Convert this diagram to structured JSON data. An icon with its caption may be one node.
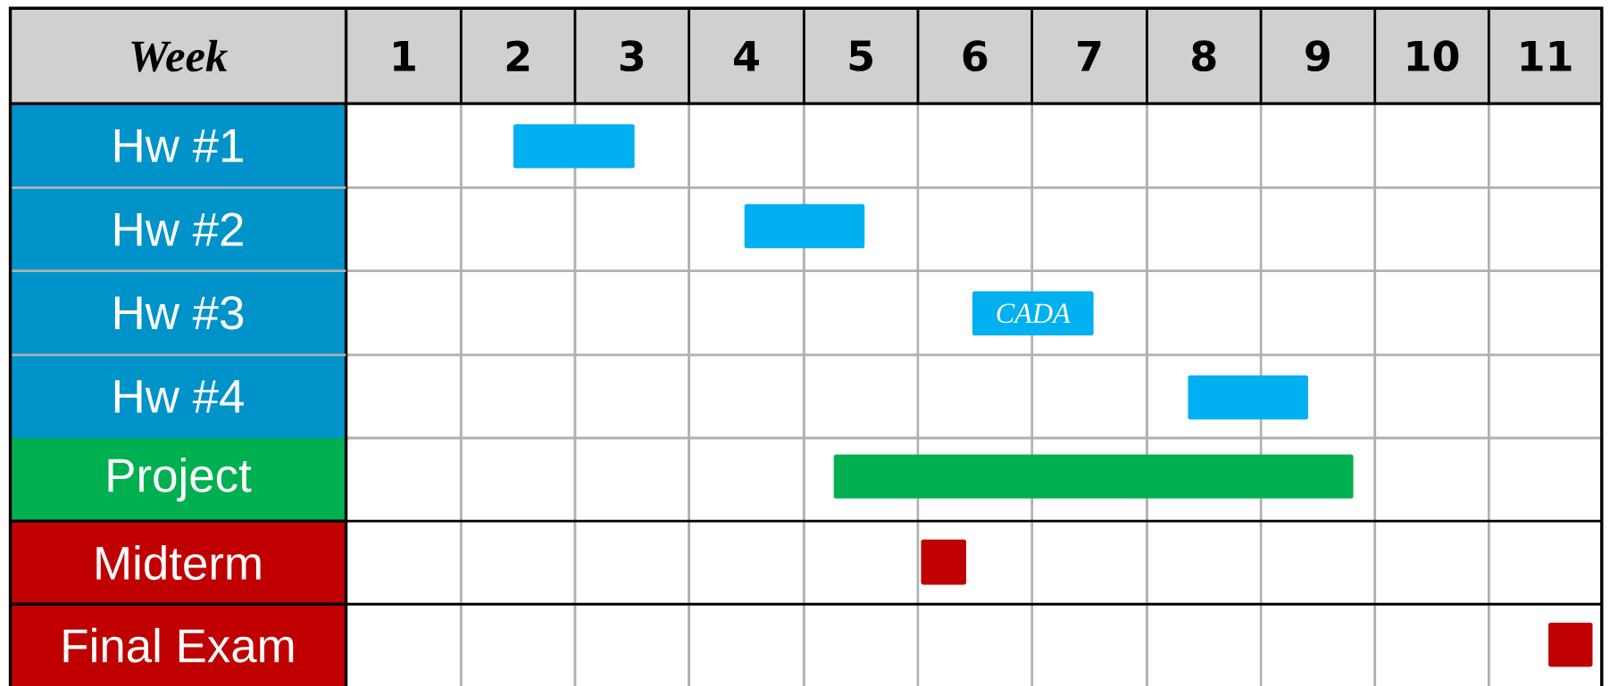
{
  "diagram": {
    "nodes": [
      {
        "text": [
          "Hw #1"
        ]
      },
      {
        "text": [
          "Hw #2"
        ]
      },
      {
        "text": [
          "Hw #3"
        ]
      },
      {
        "text": [
          "Hw #4"
        ]
      },
      {
        "text": [
          "Project"
        ]
      },
      {
        "text": [
          "Midterm"
        ]
      },
      {
        "text": [
          "Final Exam"
        ]
      },
      {
        "text": [],
        "shape": "bar"
      },
      {
        "text": [],
        "shape": "bar"
      },
      {
        "text": [
          "CADA"
        ]
      },
      {
        "text": [],
        "shape": "bar"
      },
      {
        "text": [],
        "shape": "bar"
      },
      {
        "text": [],
        "shape": "bar"
      },
      {
        "text": [],
        "shape": "bar"
      }
    ],
    "labels": [
      "Week",
      "1",
      "2",
      "3",
      "4",
      "5",
      "6",
      "7",
      "8",
      "9",
      "10",
      "11"
    ]
  }
}
